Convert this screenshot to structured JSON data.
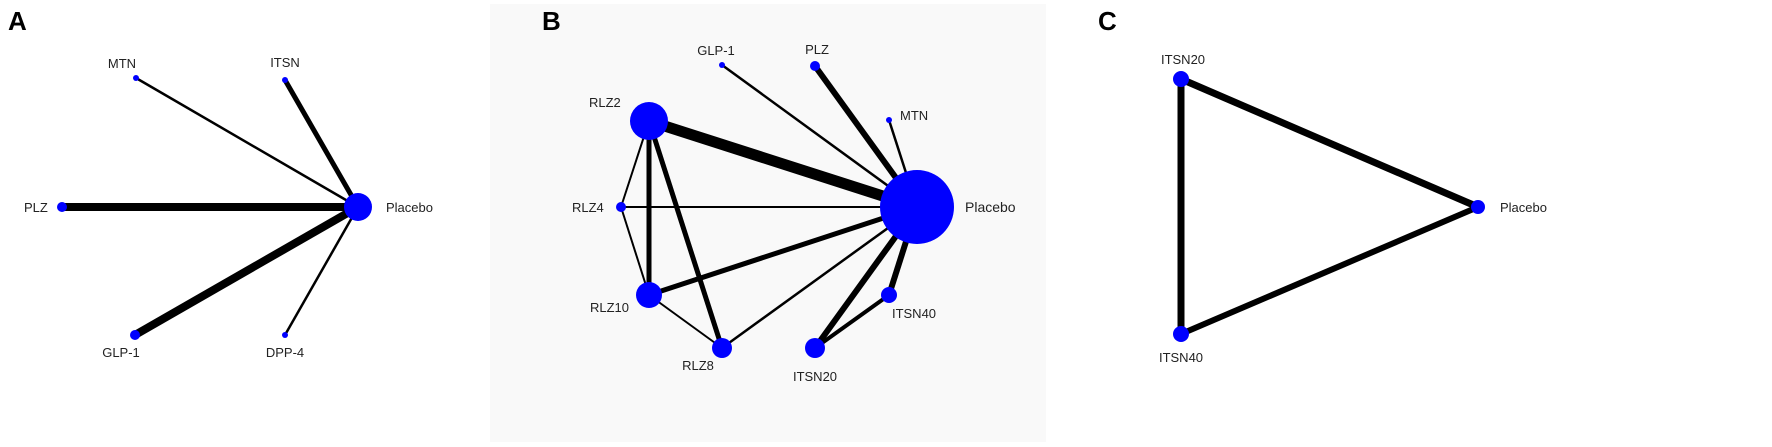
{
  "panels": [
    {
      "letter": "A",
      "nodes": [
        {
          "id": "MTN",
          "label": "MTN"
        },
        {
          "id": "ITSN",
          "label": "ITSN"
        },
        {
          "id": "PLZ",
          "label": "PLZ"
        },
        {
          "id": "Placebo",
          "label": "Placebo"
        },
        {
          "id": "GLP-1",
          "label": "GLP-1"
        },
        {
          "id": "DPP-4",
          "label": "DPP-4"
        }
      ],
      "edges": [
        [
          "MTN",
          "Placebo"
        ],
        [
          "ITSN",
          "Placebo"
        ],
        [
          "PLZ",
          "Placebo"
        ],
        [
          "GLP-1",
          "Placebo"
        ],
        [
          "DPP-4",
          "Placebo"
        ]
      ]
    },
    {
      "letter": "B",
      "nodes": [
        {
          "id": "GLP-1",
          "label": "GLP-1"
        },
        {
          "id": "PLZ",
          "label": "PLZ"
        },
        {
          "id": "RLZ2",
          "label": "RLZ2"
        },
        {
          "id": "MTN",
          "label": "MTN"
        },
        {
          "id": "RLZ4",
          "label": "RLZ4"
        },
        {
          "id": "Placebo",
          "label": "Placebo"
        },
        {
          "id": "RLZ10",
          "label": "RLZ10"
        },
        {
          "id": "ITSN40",
          "label": "ITSN40"
        },
        {
          "id": "RLZ8",
          "label": "RLZ8"
        },
        {
          "id": "ITSN20",
          "label": "ITSN20"
        }
      ],
      "edges": [
        [
          "GLP-1",
          "Placebo"
        ],
        [
          "PLZ",
          "Placebo"
        ],
        [
          "MTN",
          "Placebo"
        ],
        [
          "RLZ2",
          "Placebo"
        ],
        [
          "RLZ4",
          "Placebo"
        ],
        [
          "RLZ10",
          "Placebo"
        ],
        [
          "RLZ8",
          "Placebo"
        ],
        [
          "ITSN20",
          "Placebo"
        ],
        [
          "ITSN40",
          "Placebo"
        ],
        [
          "ITSN20",
          "ITSN40"
        ],
        [
          "RLZ2",
          "RLZ4"
        ],
        [
          "RLZ2",
          "RLZ10"
        ],
        [
          "RLZ2",
          "RLZ8"
        ],
        [
          "RLZ4",
          "RLZ10"
        ],
        [
          "RLZ10",
          "RLZ8"
        ]
      ]
    },
    {
      "letter": "C",
      "nodes": [
        {
          "id": "ITSN20",
          "label": "ITSN20"
        },
        {
          "id": "Placebo",
          "label": "Placebo"
        },
        {
          "id": "ITSN40",
          "label": "ITSN40"
        }
      ],
      "edges": [
        [
          "ITSN20",
          "Placebo"
        ],
        [
          "ITSN20",
          "ITSN40"
        ],
        [
          "ITSN40",
          "Placebo"
        ]
      ]
    }
  ],
  "colors": {
    "node": "#0000ff",
    "edge": "#000000"
  }
}
